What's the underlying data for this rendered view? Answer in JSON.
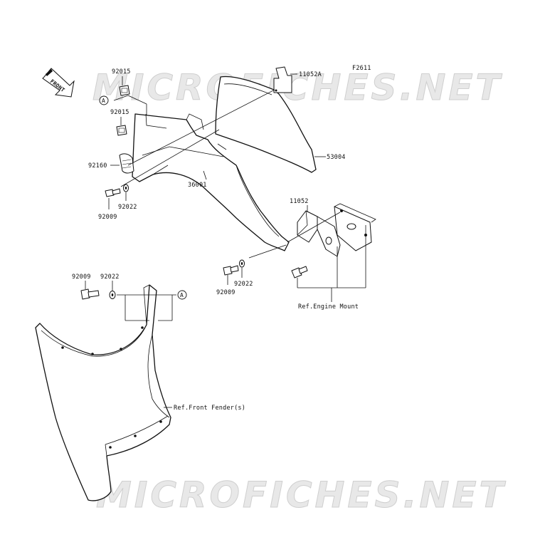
{
  "figure_code": "F2611",
  "front_arrow_label": "FRONT",
  "watermark_text": "MICROFICHES.NET",
  "callouts": {
    "a_marker": "A",
    "part_92015_top": "92015",
    "part_92015_mid": "92015",
    "part_92160": "92160",
    "part_92022_upper": "92022",
    "part_92009_upper": "92009",
    "part_36001": "36001",
    "part_11052A": "11052A",
    "part_53004": "53004",
    "part_11052": "11052",
    "part_92009_mid": "92009",
    "part_92022_mid": "92022",
    "part_92009_lower": "92009",
    "part_92022_lower": "92022"
  },
  "references": {
    "engine_mount": "Ref.Engine Mount",
    "front_fender": "Ref.Front Fender(s)"
  }
}
